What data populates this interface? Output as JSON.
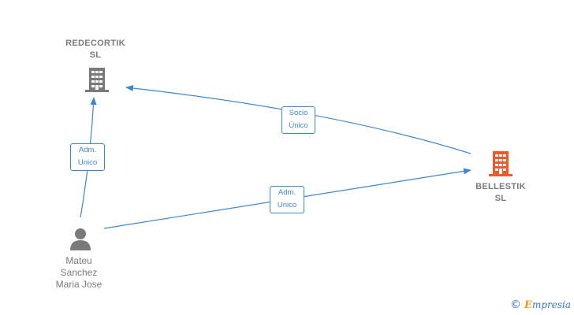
{
  "colors": {
    "edge": "#3d86d6",
    "node_default": "#7a7a7a",
    "node_highlight": "#f05a2a"
  },
  "nodes": {
    "redecortik": {
      "label": "REDECORTIK\nSL",
      "icon": "building-icon",
      "highlight": false
    },
    "bellestik": {
      "label": "BELLESTIK\nSL",
      "icon": "building-icon",
      "highlight": true
    },
    "mateu": {
      "label": "Mateu\nSanchez\nMaria Jose",
      "icon": "person-icon",
      "highlight": false
    }
  },
  "edges": [
    {
      "from": "bellestik",
      "to": "redecortik",
      "label": "Socio\nÚnico"
    },
    {
      "from": "mateu",
      "to": "redecortik",
      "label": "Adm.\nUnico"
    },
    {
      "from": "mateu",
      "to": "bellestik",
      "label": "Adm.\nUnico"
    }
  ],
  "footer": {
    "copyright_symbol": "©",
    "brand_first": "E",
    "brand_rest": "mpresia"
  }
}
